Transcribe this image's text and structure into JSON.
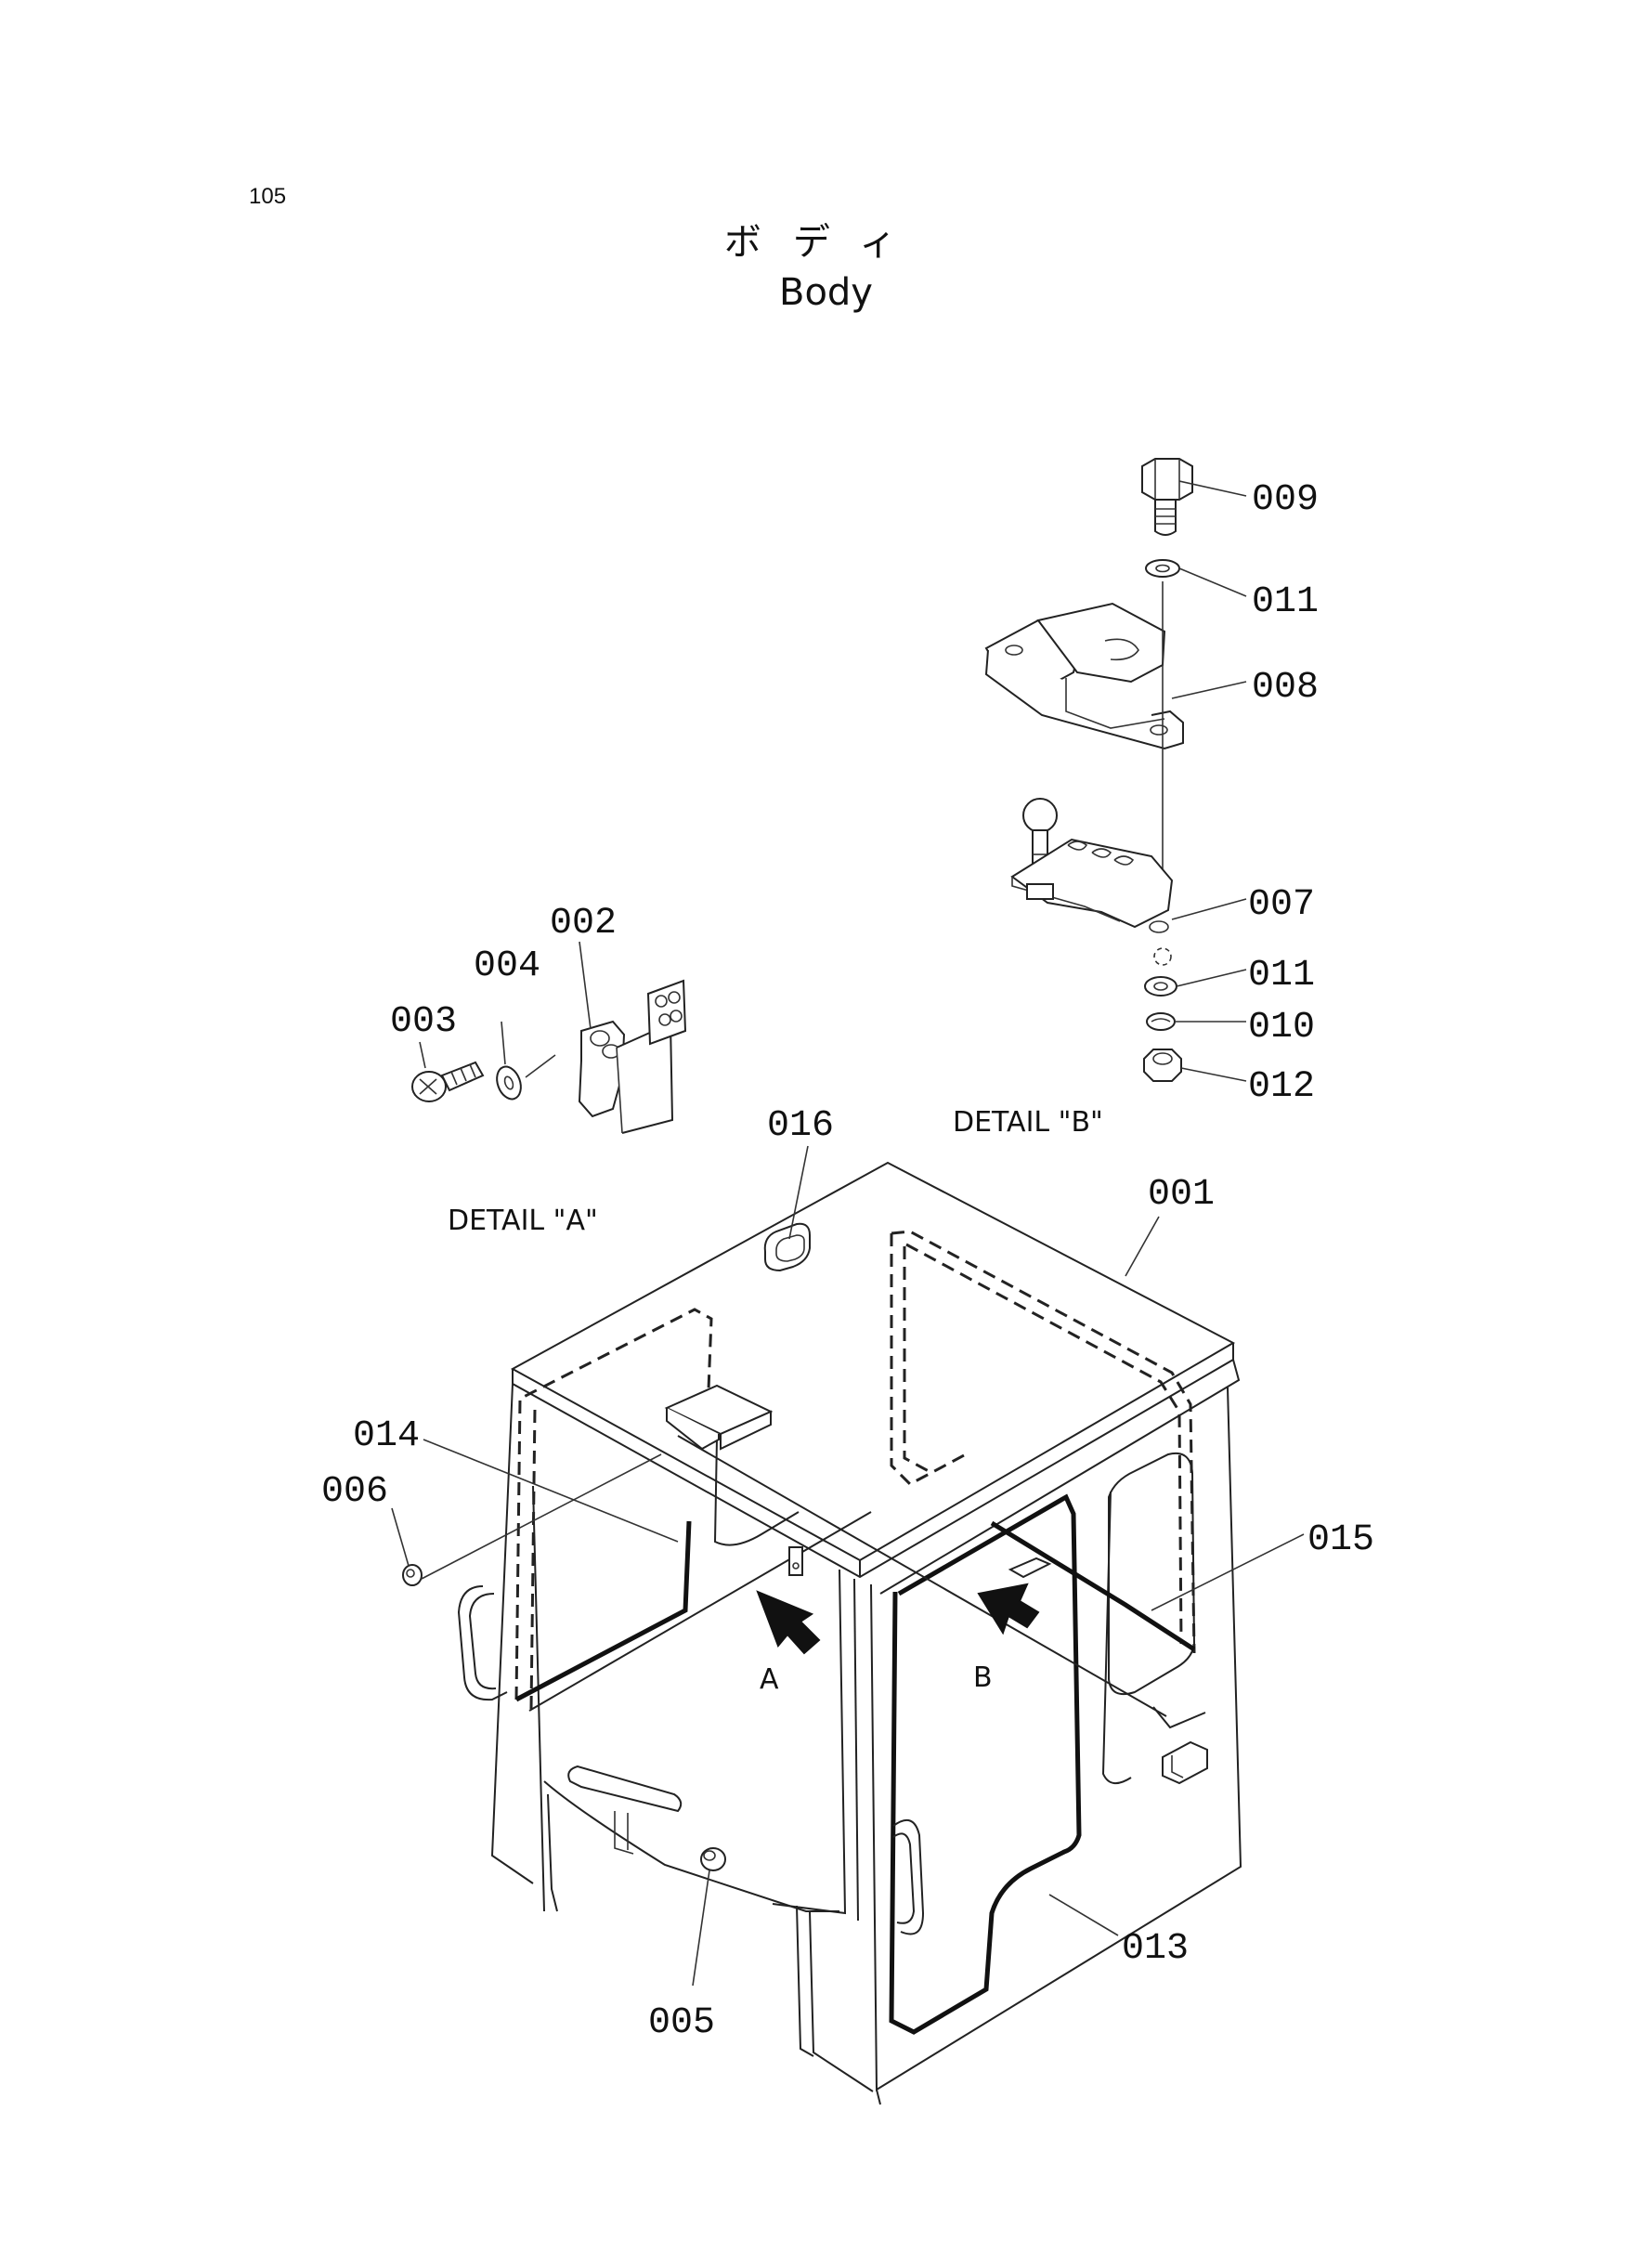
{
  "page_number": "105",
  "title_jp": "ボディ",
  "title_en": "Body",
  "details": {
    "a": "DETAIL \"A\"",
    "b": "DETAIL \"B\""
  },
  "arrows": {
    "a": "A",
    "b": "B"
  },
  "parts": {
    "p001": "001",
    "p002": "002",
    "p003": "003",
    "p004": "004",
    "p005": "005",
    "p006": "006",
    "p007": "007",
    "p008": "008",
    "p009": "009",
    "p010": "010",
    "p011a": "011",
    "p011b": "011",
    "p012": "012",
    "p013": "013",
    "p014": "014",
    "p015": "015",
    "p016": "016"
  }
}
